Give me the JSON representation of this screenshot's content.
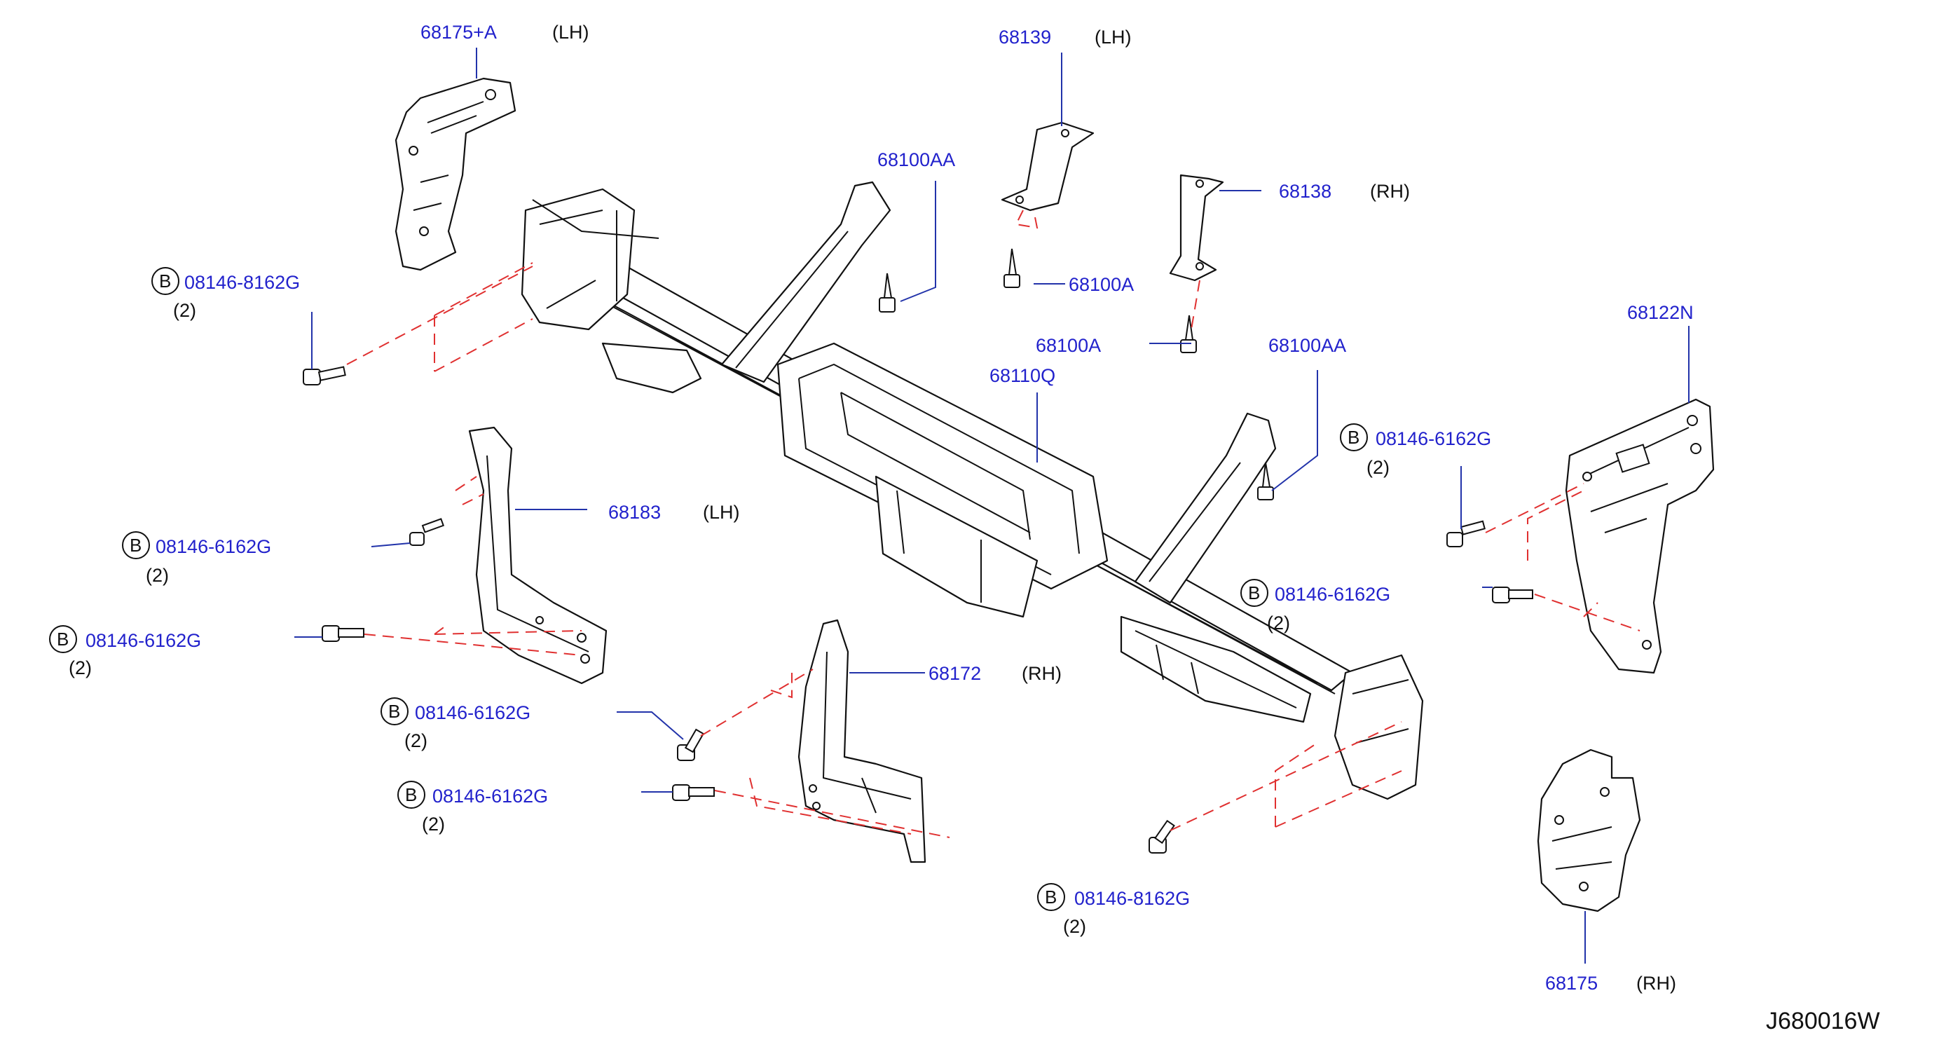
{
  "diagram_code": "J680016W",
  "bolt_symbol": "B",
  "labels": {
    "p68175A": "68175+A",
    "p68175A_side": "(LH)",
    "p68139": "68139",
    "p68139_side": "(LH)",
    "p68100AA_top": "68100AA",
    "p68138": "68138",
    "p68138_side": "(RH)",
    "p68100A_1": "68100A",
    "p68100A_2": "68100A",
    "p68100AA_mid": "68100AA",
    "p68110Q": "68110Q",
    "p68122N": "68122N",
    "p68183": "68183",
    "p68183_side": "(LH)",
    "p68172": "68172",
    "p68172_side": "(RH)",
    "p68175": "68175",
    "p68175_side": "(RH)"
  },
  "bolts": [
    {
      "code": "08146-8162G",
      "qty": "(2)"
    },
    {
      "code": "08146-6162G",
      "qty": "(2)"
    },
    {
      "code": "08146-6162G",
      "qty": "(2)"
    },
    {
      "code": "08146-6162G",
      "qty": "(2)"
    },
    {
      "code": "08146-6162G",
      "qty": "(2)"
    },
    {
      "code": "08146-6162G",
      "qty": "(2)"
    },
    {
      "code": "08146-6162G",
      "qty": "(2)"
    },
    {
      "code": "08146-8162G",
      "qty": "(2)"
    }
  ]
}
